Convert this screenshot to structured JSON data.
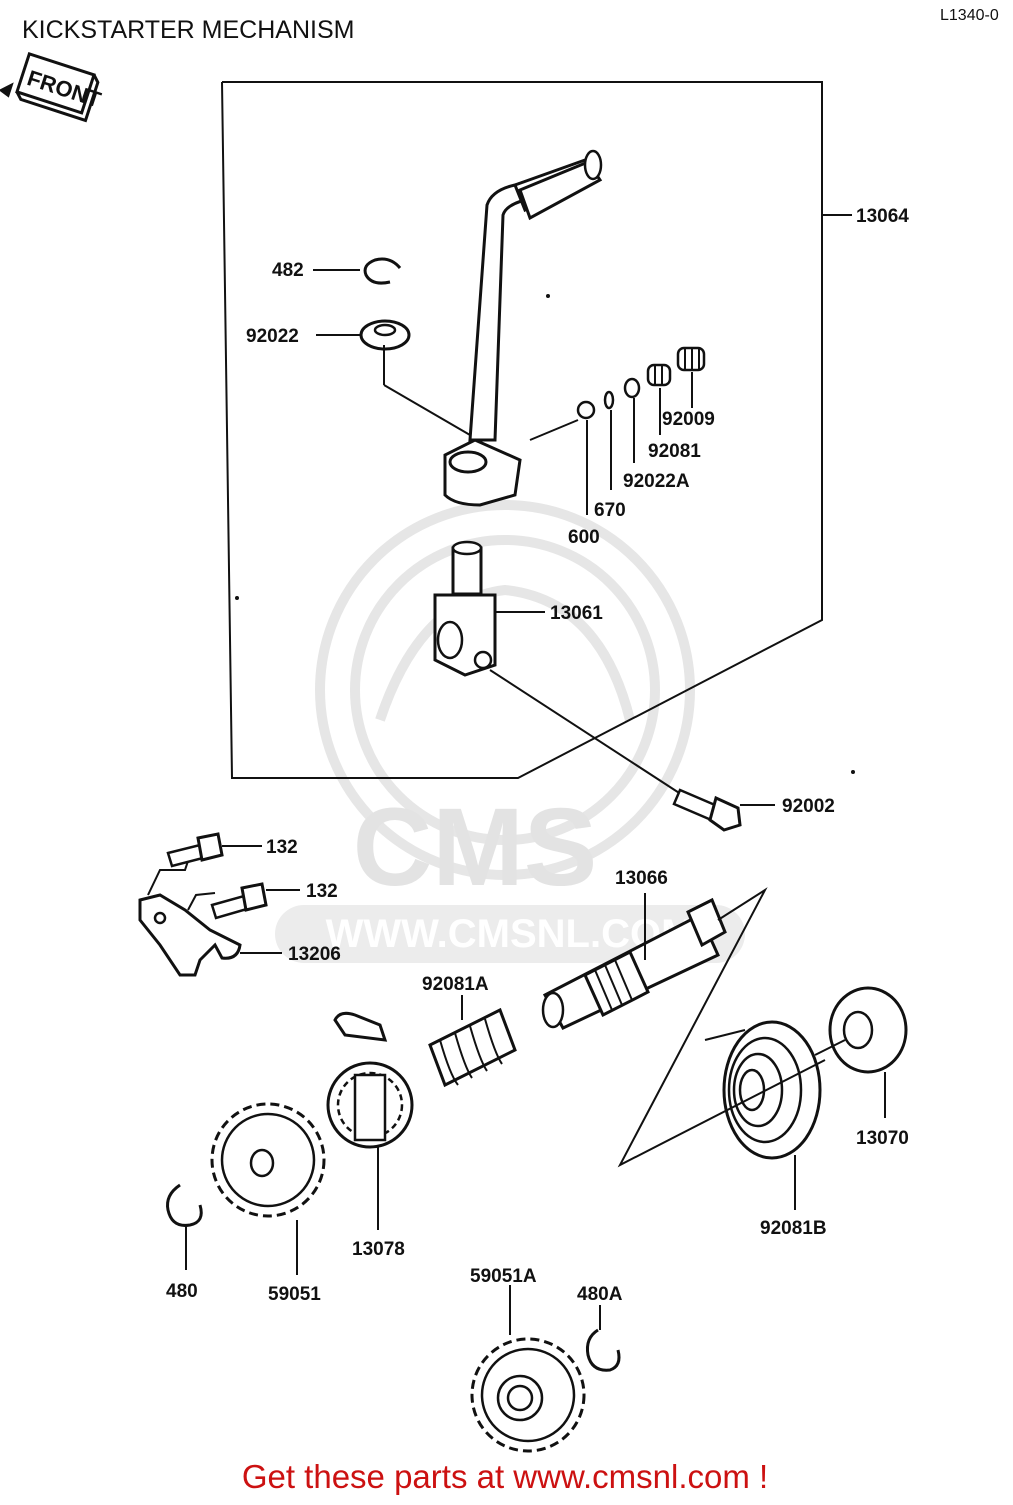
{
  "diagram": {
    "title": "KICKSTARTER MECHANISM",
    "code": "L1340-0",
    "front_label": "FRONT",
    "watermark_logo": "CMS",
    "watermark_url": "WWW.CMSNL.COM",
    "footer": "Get these parts at www.cmsnl.com !",
    "callouts": {
      "c13064": "13064",
      "c482": "482",
      "c92022": "92022",
      "c92009": "92009",
      "c92081": "92081",
      "c92022A": "92022A",
      "c670": "670",
      "c600": "600",
      "c13061": "13061",
      "c92002": "92002",
      "c132a": "132",
      "c132b": "132",
      "c13206": "13206",
      "c13066": "13066",
      "c92081A": "92081A",
      "c13070": "13070",
      "c92081B": "92081B",
      "c13078": "13078",
      "c480": "480",
      "c59051": "59051",
      "c59051A": "59051A",
      "c480A": "480A"
    }
  }
}
